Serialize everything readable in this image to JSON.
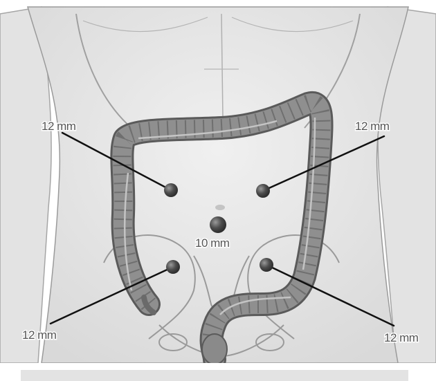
{
  "colors": {
    "body_fill": "#e9e9e9",
    "body_outline": "#8a8a8a",
    "colon_fill": "#8f8f8f",
    "colon_outline": "#5a5a5a",
    "port_marker": "#4d4d4d",
    "leader_line": "#111111",
    "label_text": "#555555"
  },
  "ports": [
    {
      "id": "port-upper-left",
      "label": "12 mm"
    },
    {
      "id": "port-upper-right",
      "label": "12 mm"
    },
    {
      "id": "port-umbilical",
      "label": "10 mm"
    },
    {
      "id": "port-lower-left",
      "label": "12 mm"
    },
    {
      "id": "port-lower-right",
      "label": "12 mm"
    }
  ]
}
